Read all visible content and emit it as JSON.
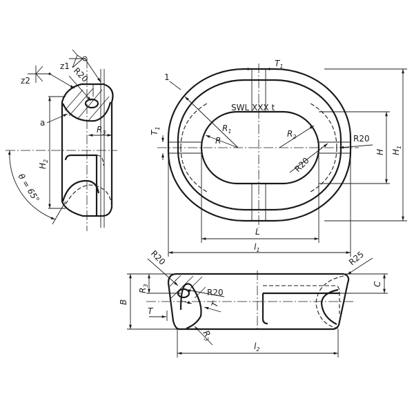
{
  "labels": {
    "item_number": "1",
    "marking": "SWL XXX t",
    "z1": "z1",
    "z2": "z2",
    "a": "a",
    "r20": "R20",
    "r25": "R25",
    "r": "R",
    "r1": {
      "base": "R",
      "sub": "1"
    },
    "r2": {
      "base": "R",
      "sub": "2"
    },
    "r3": {
      "base": "R",
      "sub": "3"
    },
    "t": "T",
    "t1": {
      "base": "T",
      "sub": "1"
    },
    "h": "H",
    "h1": {
      "base": "H",
      "sub": "1"
    },
    "h2": {
      "base": "H",
      "sub": "2"
    },
    "l": "L",
    "l1": {
      "base": "l",
      "sub": "1"
    },
    "l2": {
      "base": "l",
      "sub": "2"
    },
    "b": "B",
    "c": "C",
    "theta": "θ = 65°"
  }
}
